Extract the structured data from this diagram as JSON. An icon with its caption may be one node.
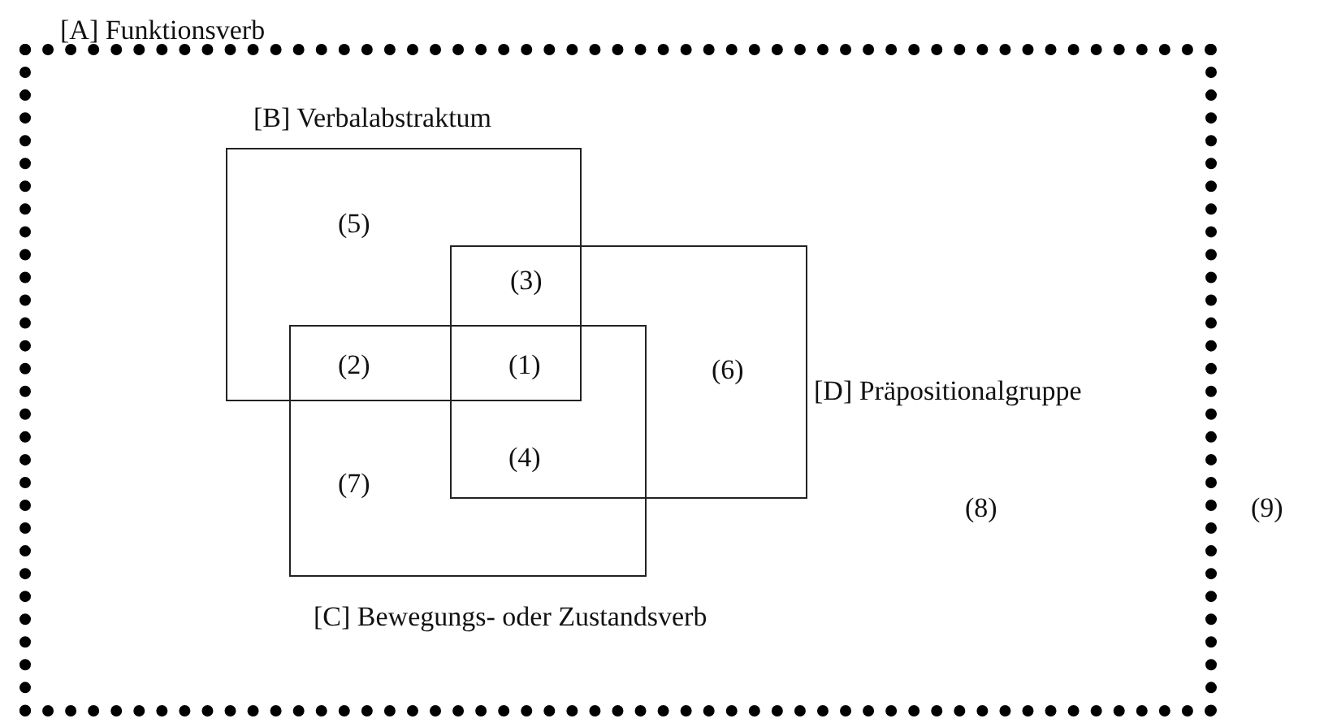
{
  "diagram": {
    "nodes": [
      {
        "text": [
          "[A] Funktionsverb"
        ]
      },
      {
        "text": [
          "[B] Verbalabstraktum"
        ],
        "in": 0
      },
      {
        "text": [
          "[D] Präpositionalgruppe"
        ],
        "in": 0
      },
      {
        "text": [
          "[C] Bewegungs- oder Zustandsverb"
        ],
        "in": 0
      }
    ],
    "labels": [
      "(5)",
      "(3)",
      "(2)",
      "(1)",
      "(6)",
      "(4)",
      "(7)",
      "(8)",
      "(9)"
    ]
  }
}
